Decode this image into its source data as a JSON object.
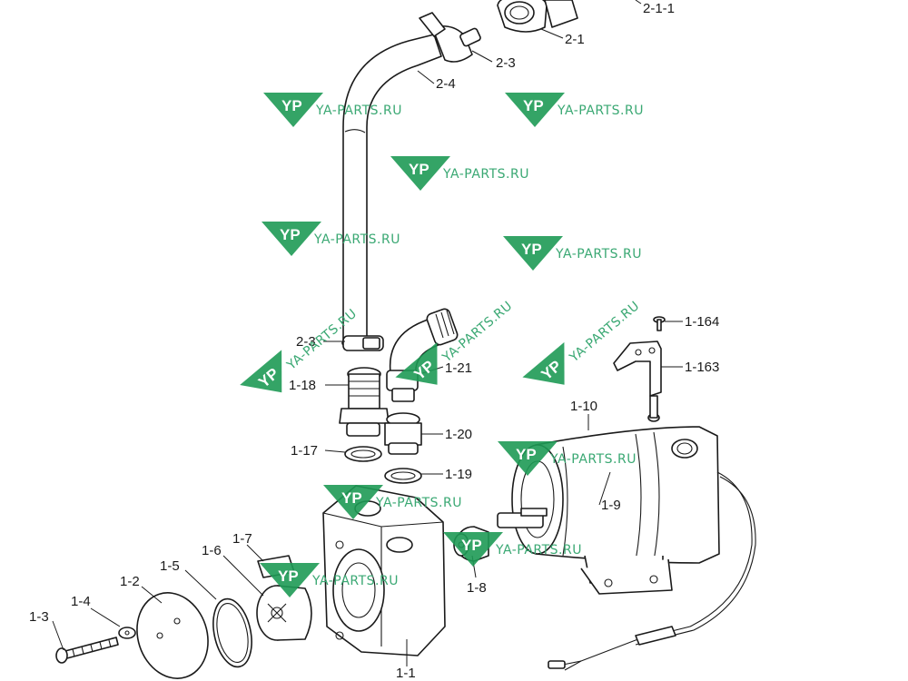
{
  "labels": {
    "l_2_1_1": "2-1-1",
    "l_2_1": "2-1",
    "l_2_3_top": "2-3",
    "l_2_4": "2-4",
    "l_2_3_bottom": "2-3",
    "l_1_164": "1-164",
    "l_1_163": "1-163",
    "l_1_21": "1-21",
    "l_1_18": "1-18",
    "l_1_10": "1-10",
    "l_1_20": "1-20",
    "l_1_17": "1-17",
    "l_1_19": "1-19",
    "l_1_9": "1-9",
    "l_1_7": "1-7",
    "l_1_6": "1-6",
    "l_1_5": "1-5",
    "l_1_2": "1-2",
    "l_1_4": "1-4",
    "l_1_3": "1-3",
    "l_1_8": "1-8",
    "l_1_1": "1-1"
  },
  "watermark": {
    "text": "YA-PARTS.RU",
    "logo": "YP",
    "color": "#1e9a55"
  }
}
